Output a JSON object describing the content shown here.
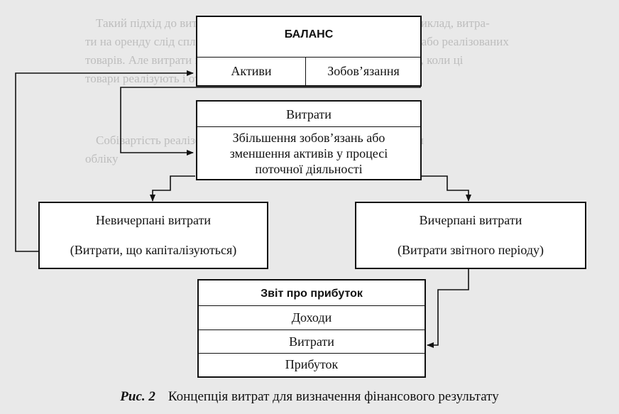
{
  "balance": {
    "title": "БАЛАНС",
    "assets": "Активи",
    "liabilities": "Зобов’язання"
  },
  "expenses": {
    "title": "Витрати",
    "line1": "Збільшення зобов’язань або",
    "line2": "зменшення активів у процесі",
    "line3": "поточної діяльності"
  },
  "unexpired": {
    "title": "Невичерпані витрати",
    "subtitle": "(Витрати, що капіталізуються)"
  },
  "expired": {
    "title": "Вичерпані витрати",
    "subtitle": "(Витрати звітного періоду)"
  },
  "income_statement": {
    "title": "Звіт про прибуток",
    "revenues": "Доходи",
    "expenses": "Витрати",
    "profit": "Прибуток"
  },
  "caption": {
    "label": "Рис. 2",
    "text": "Концепція витрат для визначення фінансового результату"
  },
  "background_text": [
    "Такий підхід до витрат є цілком обґрунтованим, оскільки, наприклад, витра-",
    "ти на оренду слід сплачувати незалежно від кількості придбаних або реалізованих",
    "товарів. Але витрати на придбання товарів визнаються лише тоді, коли ці",
    "товари реалізують і отримують дохід.",
    "Собівартість реалізованих товарів можна визначити за умовами",
    "обліку"
  ],
  "colors": {
    "line": "#111111",
    "box_fill": "#ffffff",
    "background": "#e9e9e9"
  }
}
